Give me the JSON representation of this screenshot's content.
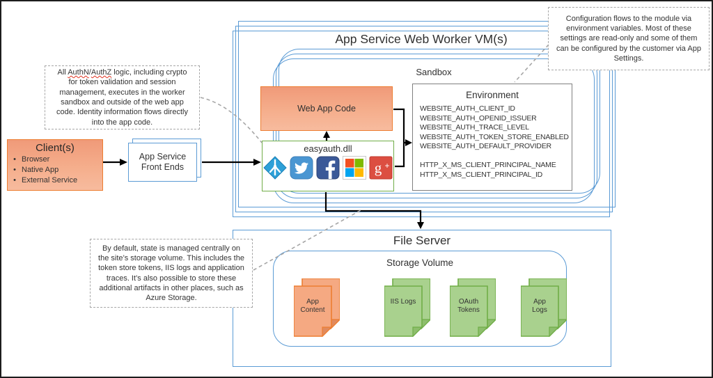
{
  "colors": {
    "blue": "#5B9BD5",
    "orange_border": "#ED7D31",
    "orange_fill": "#F5AE8C",
    "green_border": "#70AD47",
    "green_fill": "#A9D18E",
    "gray_border": "#7F7F7F",
    "callout_border": "#A6A6A6",
    "arrow": "#000000"
  },
  "vm_box": {
    "title": "App Service Web Worker VM(s)"
  },
  "sandbox": {
    "label": "Sandbox"
  },
  "web_app_code": {
    "label": "Web App Code"
  },
  "easyauth": {
    "label": "easyauth.dll",
    "icons": [
      "azure-ad",
      "twitter",
      "facebook",
      "microsoft",
      "google-plus"
    ]
  },
  "environment": {
    "title": "Environment",
    "vars_group1": [
      "WEBSITE_AUTH_CLIENT_ID",
      "WEBSITE_AUTH_OPENID_ISSUER",
      "WEBSITE_AUTH_TRACE_LEVEL",
      "WEBSITE_AUTH_TOKEN_STORE_ENABLED",
      "WEBSITE_AUTH_DEFAULT_PROVIDER"
    ],
    "vars_group2": [
      "HTTP_X_MS_CLIENT_PRINCIPAL_NAME",
      "HTTP_X_MS_CLIENT_PRINCIPAL_ID"
    ]
  },
  "clients": {
    "title": "Client(s)",
    "items": [
      "Browser",
      "Native App",
      "External Service"
    ]
  },
  "front_ends": {
    "line1": "App Service",
    "line2": "Front Ends"
  },
  "file_server": {
    "title": "File Server"
  },
  "storage_volume": {
    "label": "Storage Volume",
    "docs": [
      {
        "label_line1": "App",
        "label_line2": "Content",
        "color": "orange"
      },
      {
        "label_line1": "IIS Logs",
        "label_line2": "",
        "color": "green"
      },
      {
        "label_line1": "OAuth",
        "label_line2": "Tokens",
        "color": "green"
      },
      {
        "label_line1": "App",
        "label_line2": "Logs",
        "color": "green"
      }
    ]
  },
  "callouts": {
    "authn": {
      "segments": [
        {
          "text": "All "
        },
        {
          "text": "AuthN",
          "misspelled": true
        },
        {
          "text": "/"
        },
        {
          "text": "AuthZ",
          "misspelled": true
        },
        {
          "text": " logic, including crypto for token validation and session management, executes in the worker sandbox and outside of the web app code. Identity information flows directly into the app code."
        }
      ]
    },
    "config": {
      "text": "Configuration flows to the module via environment variables. Most of these settings are read-only and some of them can be configured by the customer via App Settings."
    },
    "state": {
      "text": "By default, state is managed centrally on the site’s storage volume. This includes the token store tokens, IIS logs and application traces. It’s also possible to store these additional artifacts in other places, such as Azure Storage."
    }
  }
}
